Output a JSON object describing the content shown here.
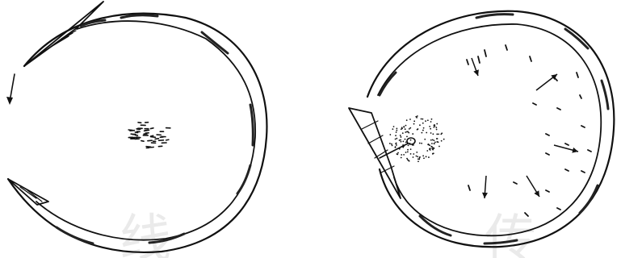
{
  "figure": {
    "left_panel": {
      "name": "left-ring-diagram"
    },
    "right_panel": {
      "name": "right-ring-diagram"
    }
  },
  "colors": {
    "ink": "#111111",
    "watermark": "#d9d9d9"
  },
  "watermark": {
    "left_glyph": "线",
    "right_glyph": "传"
  }
}
